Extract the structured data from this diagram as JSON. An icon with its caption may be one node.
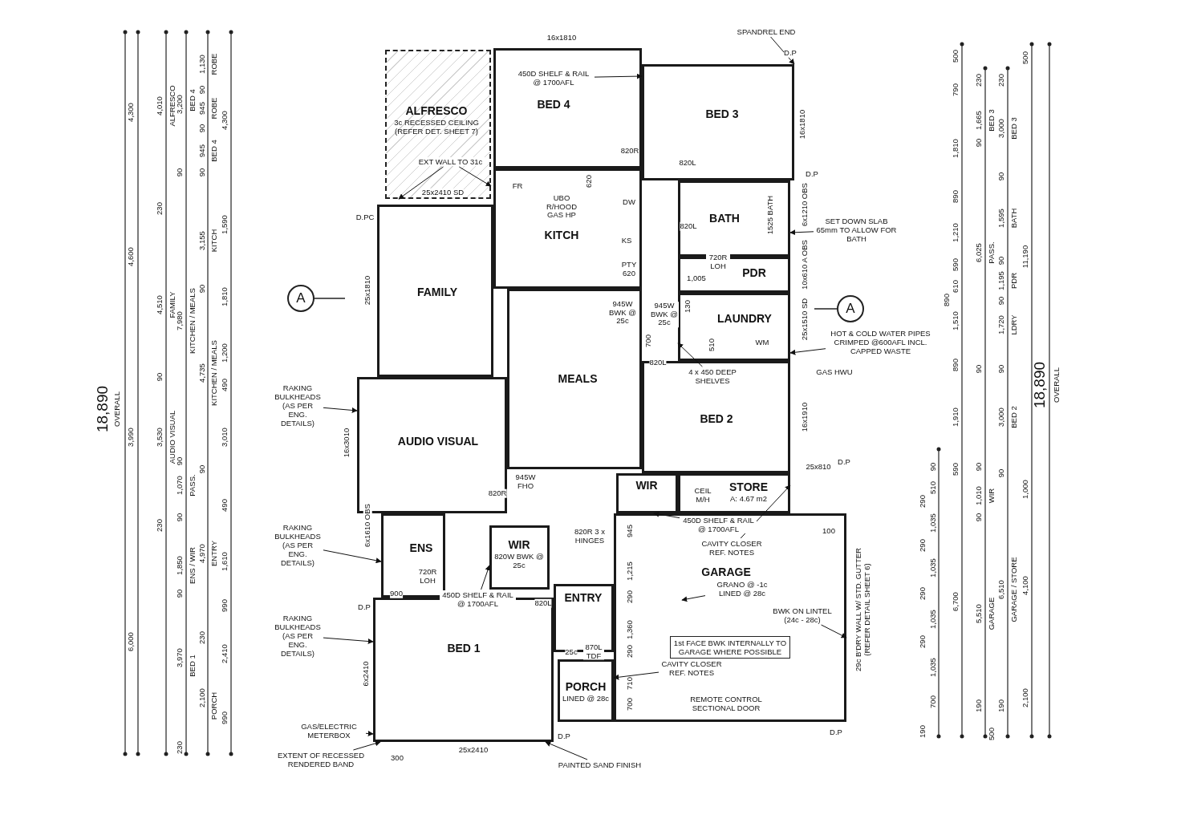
{
  "diagram": {
    "nodes": [
      {
        "text": [
          "ALFRESCO",
          "3c RECESSED CEILING (REFER DET. SHEET 7)"
        ]
      },
      {
        "text": [
          "EXT WALL TO 31c"
        ],
        "in": 0
      },
      {
        "text": [
          "BED 4"
        ]
      },
      {
        "text": [
          "450D SHELF & RAIL @ 1700AFL"
        ],
        "in": 2
      },
      {
        "text": [
          "SPANDREL END"
        ]
      },
      {
        "text": [
          "BED 3"
        ]
      },
      {
        "text": [
          "KITCH"
        ]
      },
      {
        "text": [
          "FAMILY"
        ]
      },
      {
        "text": [
          "BATH"
        ]
      },
      {
        "text": [
          "SET DOWN SLAB 65mm TO ALLOW FOR BATH"
        ]
      },
      {
        "text": [
          "PDR"
        ]
      },
      {
        "text": [
          "A"
        ]
      },
      {
        "text": [
          "LAUNDRY"
        ]
      },
      {
        "text": [
          "A"
        ]
      },
      {
        "text": [
          "HOT & COLD WATER PIPES CRIMPED @600AFL INCL. CAPPED WASTE"
        ]
      },
      {
        "text": [
          "MEALS"
        ]
      },
      {
        "text": [
          "BED 2"
        ]
      },
      {
        "text": [
          "4 x 450 DEEP SHELVES"
        ],
        "in": 16
      },
      {
        "text": [
          "RAKING BULKHEADS (AS PER ENG. DETAILS)"
        ]
      },
      {
        "text": [
          "AUDIO VISUAL"
        ]
      },
      {
        "text": [
          "WIR"
        ]
      },
      {
        "text": [
          "STORE",
          "A: 4.67 m2"
        ]
      },
      {
        "text": [
          "GARAGE"
        ]
      },
      {
        "text": [
          "450D SHELF & RAIL @ 1700AFL"
        ],
        "in": 22
      },
      {
        "text": [
          "CAVITY CLOSER REF. NOTES"
        ],
        "in": 22
      },
      {
        "text": [
          "GRANO @ -1c LINED @ 28c"
        ],
        "in": 22
      },
      {
        "text": [
          "BWK ON LINTEL (24c - 28c)"
        ],
        "in": 22
      },
      {
        "text": [
          "1st FACE BWK INTERNALLY TO GARAGE WHERE POSSIBLE"
        ],
        "in": 22
      },
      {
        "text": [
          "CAVITY CLOSER REF. NOTES"
        ],
        "in": 22
      },
      {
        "text": [
          "RAKING BULKHEADS (AS PER ENG. DETAILS)"
        ]
      },
      {
        "text": [
          "ENS"
        ]
      },
      {
        "text": [
          "WIR",
          "820W BWK @ 25c"
        ]
      },
      {
        "text": [
          "450D SHELF & RAIL @ 1700AFL"
        ]
      },
      {
        "text": [
          "ENTRY"
        ]
      },
      {
        "text": [
          "RAKING BULKHEADS (AS PER ENG. DETAILS)"
        ]
      },
      {
        "text": [
          "BED 1"
        ]
      },
      {
        "text": [
          "PORCH",
          "LINED @ 28c"
        ]
      },
      {
        "text": [
          "GAS/ELECTRIC METERBOX"
        ]
      },
      {
        "text": [
          "EXTENT OF RECESSED RENDERED BAND"
        ]
      },
      {
        "text": [
          "PAINTED SAND FINISH"
        ]
      }
    ],
    "edges": [
      {
        "from": 1,
        "to": 0,
        "arrow": "to"
      },
      {
        "from": 1,
        "to": 0,
        "arrow": "to"
      },
      {
        "from": 3,
        "to": 2,
        "arrow": "to"
      },
      {
        "from": 4,
        "to": 5,
        "arrow": "to"
      },
      {
        "from": 9,
        "to": 8,
        "arrow": "to"
      },
      {
        "from": 14,
        "to": 12,
        "arrow": "to"
      },
      {
        "from": 17,
        "to": 12,
        "arrow": "to"
      },
      {
        "from": 18,
        "to": 19,
        "arrow": "to"
      },
      {
        "from": 23,
        "to": 20,
        "arrow": "to"
      },
      {
        "from": 24,
        "to": 21,
        "arrow": "to"
      },
      {
        "from": 25,
        "to": null,
        "arrow": "to"
      },
      {
        "from": 26,
        "to": 22,
        "arrow": "to"
      },
      {
        "from": 28,
        "to": 36,
        "arrow": "to"
      },
      {
        "from": 29,
        "to": 30,
        "arrow": "to"
      },
      {
        "from": 32,
        "to": 31,
        "arrow": "to"
      },
      {
        "from": 34,
        "to": 35,
        "arrow": "to"
      },
      {
        "from": 37,
        "to": 35,
        "arrow": "to"
      },
      {
        "from": 38,
        "to": 35,
        "arrow": "to"
      },
      {
        "from": 39,
        "to": 35,
        "arrow": "to"
      }
    ],
    "labels": [
      "18,890",
      "OVERALL",
      "4,300",
      "4,600",
      "3,990",
      "6,000",
      "4,010",
      "ALFRESCO",
      "230",
      "4,510",
      "FAMILY",
      "90",
      "3,530",
      "AUDIO VISUAL",
      "230",
      "3,200",
      "BED 4",
      "90",
      "7,980",
      "KITCHEN / MEALS",
      "90",
      "1,070",
      "PASS.",
      "90",
      "1,850",
      "ENS / WIR",
      "90",
      "3,970",
      "BED 1",
      "230",
      "1,130",
      "ROBE",
      "90",
      "945",
      "ROBE",
      "90",
      "945",
      "BED 4",
      "90",
      "3,155",
      "KITCH",
      "90",
      "4,735",
      "KITCHEN / MEALS",
      "90",
      "4,970",
      "ENTRY",
      "230",
      "2,100",
      "PORCH",
      "4,300",
      "1,590",
      "1,810",
      "1,200",
      "490",
      "3,010",
      "490",
      "1,610",
      "990",
      "2,410",
      "990",
      "16x1810",
      "D.P",
      "16x1810",
      "D.P",
      "6x1210 OBS",
      "10x610 A OBS",
      "25x1510 SD",
      "16x1910",
      "25x810",
      "D.P",
      "D.PC",
      "25x1810",
      "25x2410 SD",
      "16x3010",
      "6x1610 OBS",
      "D.P",
      "6x2410",
      "25x2410",
      "D.P",
      "300",
      "D.P",
      "FR",
      "UBO R/HOOD GAS HP",
      "620",
      "DW",
      "KS",
      "PTY 620",
      "820R",
      "820L",
      "1525 BATH",
      "820L",
      "720R LOH",
      "1,005",
      "945W BWK @ 25c",
      "945W BWK @ 25c",
      "130",
      "700",
      "510",
      "WM",
      "820L",
      "GAS HWU",
      "945W FHO",
      "820R",
      "820R 3 x HINGES",
      "CEIL M/H",
      "100",
      "945",
      "1,215",
      "290",
      "1,360",
      "290",
      "710",
      "700",
      "720R LOH",
      "900",
      "820L",
      "25c",
      "870L TDF",
      "REMOTE CONTROL SECTIONAL DOOR",
      "29c B'DRY WALL W/ STD. GUTTER (REFER DETAIL SHEET 6)",
      "90",
      "510",
      "290",
      "1,035",
      "290",
      "1,035",
      "290",
      "1,035",
      "290",
      "1,035",
      "700",
      "190",
      "500",
      "790",
      "1,810",
      "890",
      "1,210",
      "590",
      "610",
      "890",
      "1,510",
      "890",
      "1,910",
      "590",
      "6,700",
      "230",
      "1,665",
      "BED 3",
      "90",
      "6,025",
      "PASS.",
      "90",
      "90",
      "1,010",
      "WIR",
      "90",
      "5,510",
      "GARAGE",
      "190",
      "230",
      "3,000",
      "BED 3",
      "90",
      "1,595",
      "BATH",
      "90",
      "1,195",
      "PDR",
      "90",
      "1,720",
      "LDRY",
      "90",
      "3,000",
      "BED 2",
      "90",
      "6,510",
      "GARAGE / STORE",
      "190",
      "500",
      "500",
      "11,190",
      "1,000",
      "4,100",
      "2,100",
      "18,890",
      "OVERALL"
    ]
  }
}
